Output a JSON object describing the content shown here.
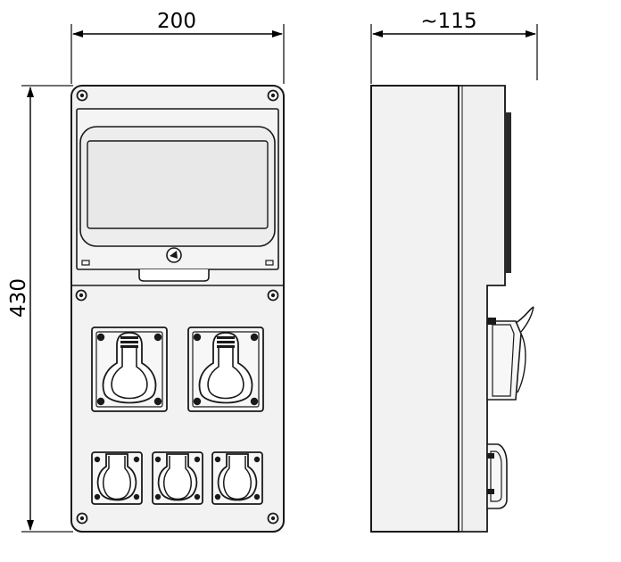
{
  "dimensions": {
    "width": "200",
    "depth": "~115",
    "height": "430"
  },
  "colors": {
    "body_fill": "#f2f2f2",
    "window_fill": "#e8e8e8",
    "socket_fill": "#f7f7f7",
    "stroke": "#1a1a1a",
    "dark_detail": "#2a2a2a"
  },
  "front_view": {
    "large_sockets": 2,
    "small_sockets": 3,
    "corner_screws": 6
  }
}
